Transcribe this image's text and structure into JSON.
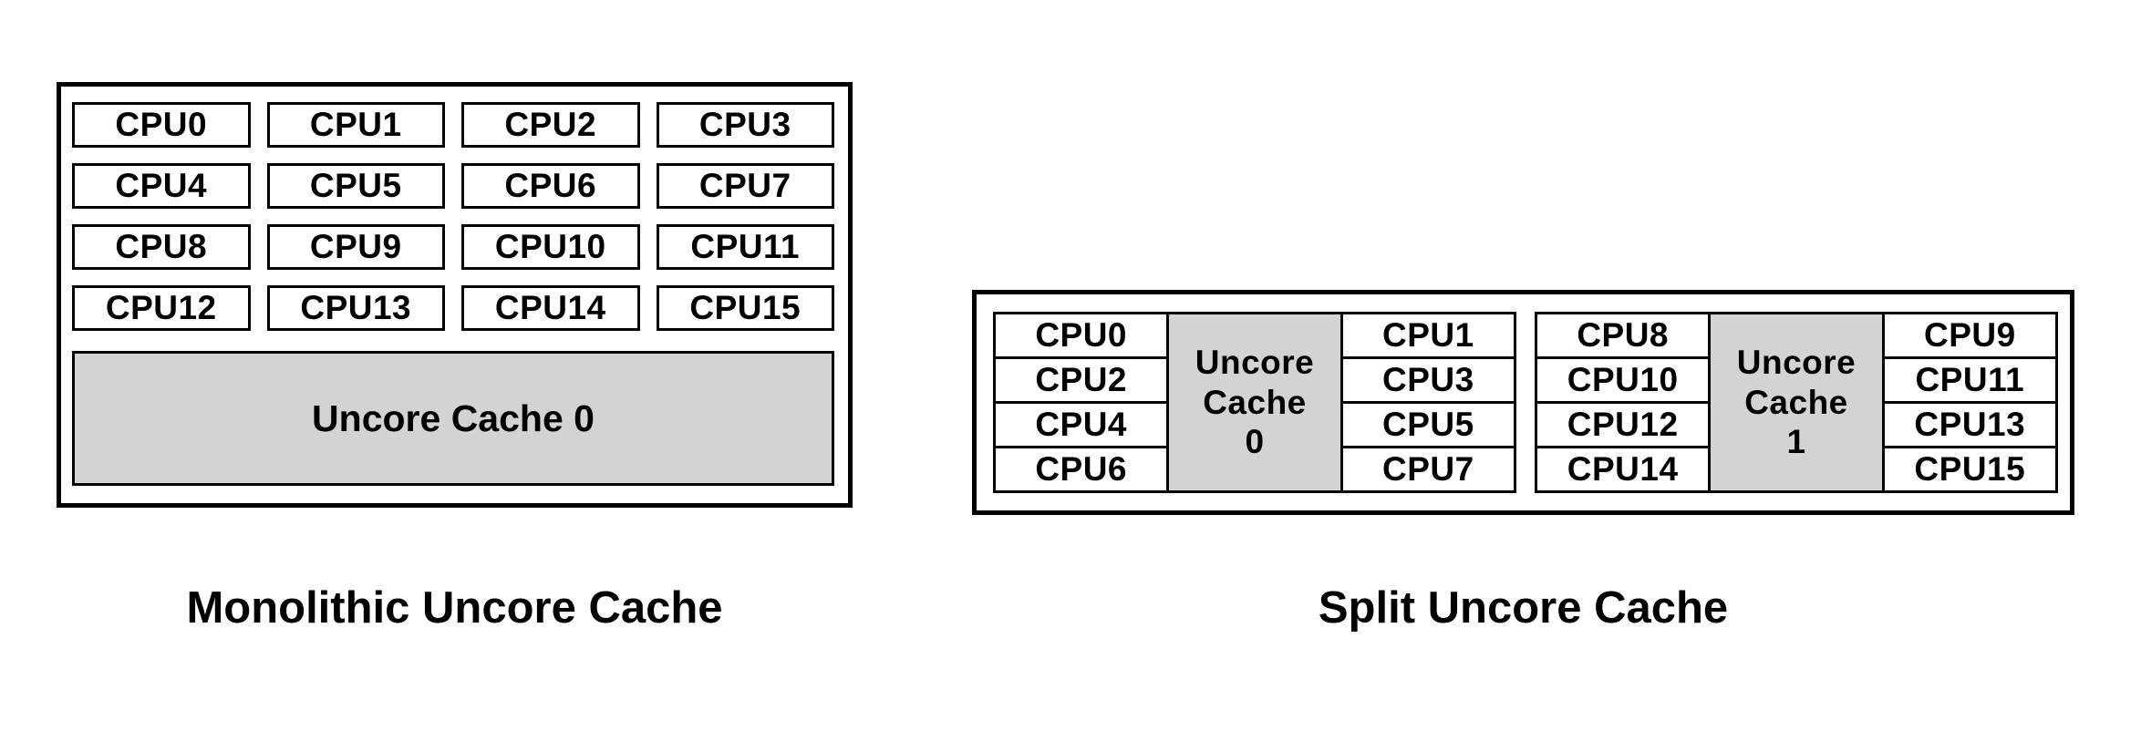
{
  "colors": {
    "cache_fill": "#d3d3d3",
    "border": "#000000",
    "background": "#ffffff"
  },
  "monolithic": {
    "caption": "Monolithic Uncore Cache",
    "cpus": [
      "CPU0",
      "CPU1",
      "CPU2",
      "CPU3",
      "CPU4",
      "CPU5",
      "CPU6",
      "CPU7",
      "CPU8",
      "CPU9",
      "CPU10",
      "CPU11",
      "CPU12",
      "CPU13",
      "CPU14",
      "CPU15"
    ],
    "cache_label": "Uncore Cache 0"
  },
  "split": {
    "caption": "Split Uncore Cache",
    "clusters": [
      {
        "left_cpus": [
          "CPU0",
          "CPU2",
          "CPU4",
          "CPU6"
        ],
        "cache_lines": [
          "Uncore",
          "Cache",
          "0"
        ],
        "right_cpus": [
          "CPU1",
          "CPU3",
          "CPU5",
          "CPU7"
        ]
      },
      {
        "left_cpus": [
          "CPU8",
          "CPU10",
          "CPU12",
          "CPU14"
        ],
        "cache_lines": [
          "Uncore",
          "Cache",
          "1"
        ],
        "right_cpus": [
          "CPU9",
          "CPU11",
          "CPU13",
          "CPU15"
        ]
      }
    ]
  }
}
